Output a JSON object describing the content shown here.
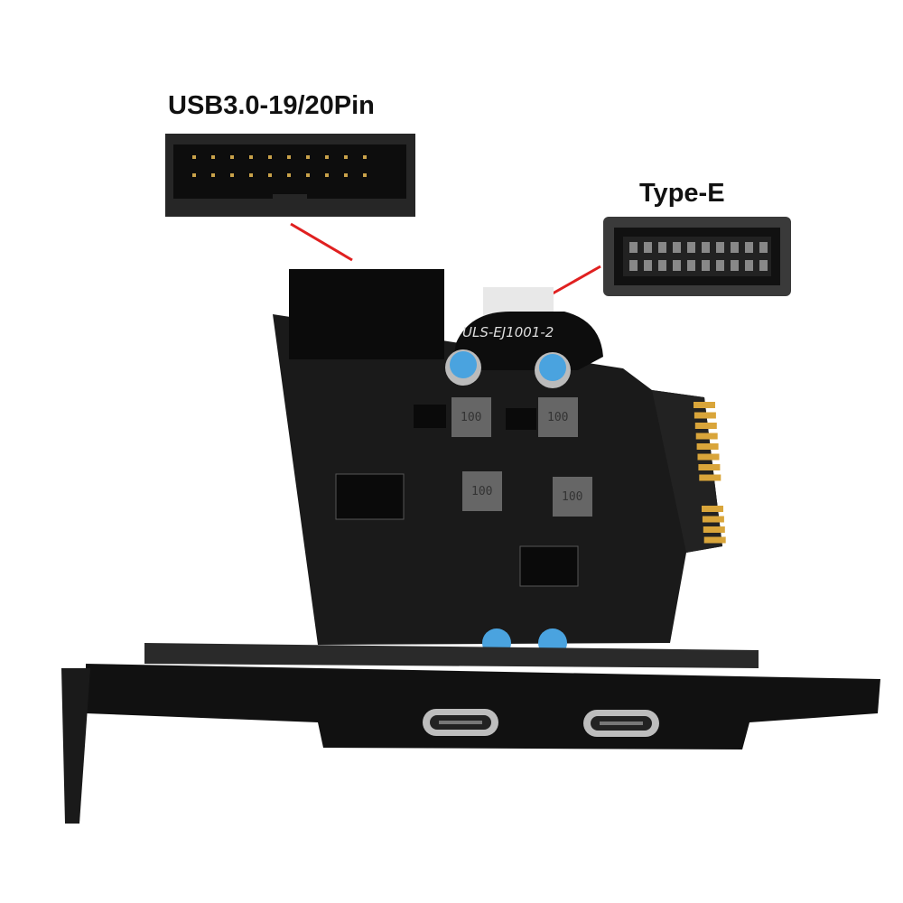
{
  "labels": {
    "header_connector": "USB3.0-19/20Pin",
    "type_e_connector": "Type-E"
  },
  "board": {
    "silkscreen_model": "ULS-EJ1001-2",
    "inductor_marking": "100"
  },
  "colors": {
    "pointer_line": "#e02020",
    "pcb": "#1a1a1a",
    "gold_fingers": "#d9a53a",
    "capacitor_top": "#4aa3df"
  }
}
